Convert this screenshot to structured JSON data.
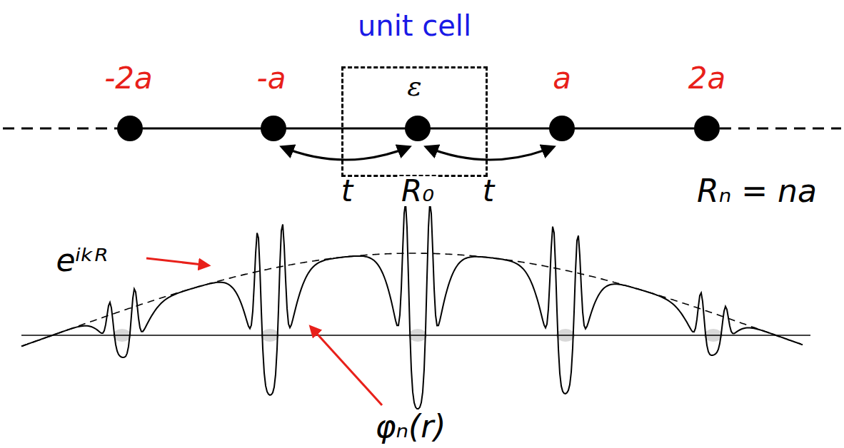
{
  "diagram": {
    "nodes": [
      {
        "text": [
          "unit cell",
          "ε"
        ]
      }
    ],
    "labels": [
      "-2a",
      "-a",
      "a",
      "2a",
      "t",
      "R₀",
      "t",
      "Rₙ = na",
      "eⁱᵏᴿ",
      "φₙ(r)"
    ]
  }
}
